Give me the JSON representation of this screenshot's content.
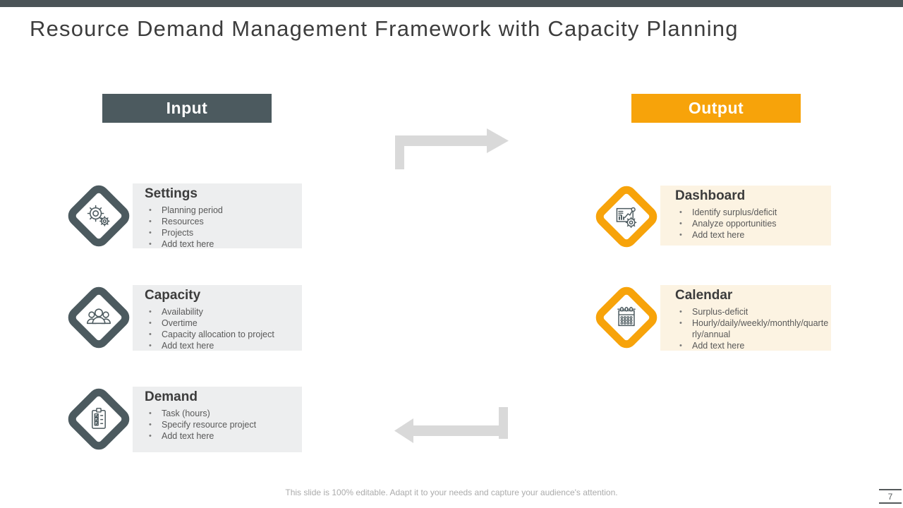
{
  "slide": {
    "title": "Resource Demand Management Framework with Capacity Planning",
    "footer": "This slide is 100% editable. Adapt it to your needs and capture your audience's attention.",
    "page_number": "7"
  },
  "colors": {
    "slate": "#4c5a5f",
    "orange": "#f7a30a",
    "panel_gray": "#edeeef",
    "panel_cream": "#fcf3e2",
    "arrow_gray": "#d9d9d9",
    "title_text": "#3d3d3d",
    "bullet_text": "#595959",
    "footer_text": "#ababab"
  },
  "flow": {
    "top_arrow_icon": "elbow-arrow-right-icon",
    "bottom_arrow_icon": "elbow-arrow-left-icon"
  },
  "input_column": {
    "header": "Input",
    "items": [
      {
        "title": "Settings",
        "icon": "gears-icon",
        "bullets": [
          "Planning period",
          "Resources",
          "Projects",
          "Add text here"
        ]
      },
      {
        "title": "Capacity",
        "icon": "people-group-icon",
        "bullets": [
          "Availability",
          "Overtime",
          "Capacity allocation to project",
          "Add text here"
        ]
      },
      {
        "title": "Demand",
        "icon": "clipboard-checklist-icon",
        "bullets": [
          "Task (hours)",
          "Specify resource project",
          "Add text here"
        ]
      }
    ]
  },
  "output_column": {
    "header": "Output",
    "items": [
      {
        "title": "Dashboard",
        "icon": "chart-gear-icon",
        "bullets": [
          "Identify surplus/deficit",
          "Analyze opportunities",
          "Add text here"
        ]
      },
      {
        "title": "Calendar",
        "icon": "calendar-icon",
        "bullets": [
          "Surplus-deficit",
          "Hourly/daily/weekly/monthly/quarterly/annual",
          "Add text here"
        ]
      }
    ]
  }
}
